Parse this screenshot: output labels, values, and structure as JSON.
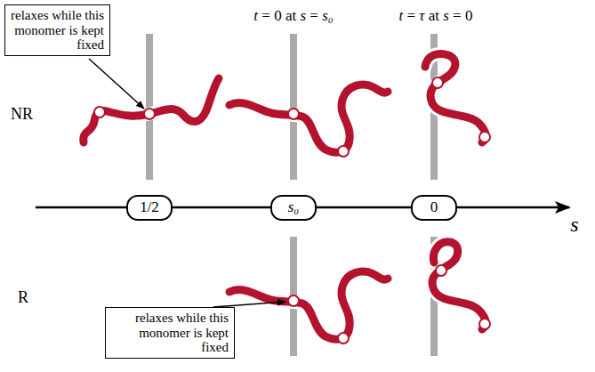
{
  "diagram": {
    "nodes": [
      {
        "text": [
          "relaxes while this monomer is kept fixed"
        ]
      },
      {
        "text": [
          "1/2"
        ]
      },
      {
        "text": [
          "s₀"
        ]
      },
      {
        "text": [
          "0"
        ]
      },
      {
        "text": [
          "relaxes while this monomer is kept fixed"
        ]
      }
    ],
    "labels": [
      "t = 0 at s = s₀",
      "t = τ at s = 0",
      "NR",
      "R",
      "s"
    ]
  }
}
